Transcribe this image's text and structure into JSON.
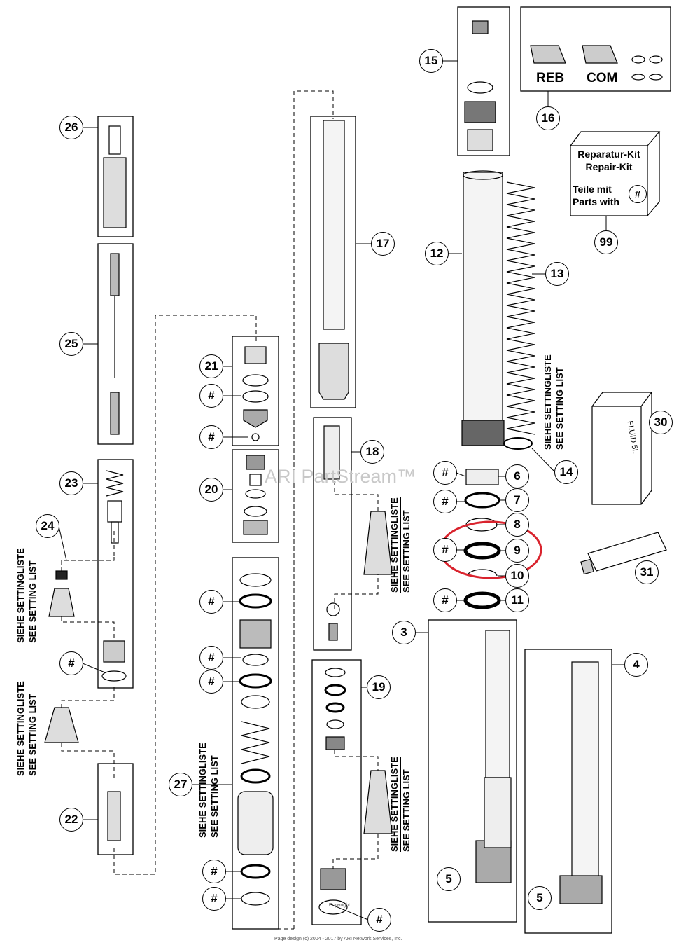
{
  "callouts": {
    "c26": "26",
    "c25": "25",
    "c23": "23",
    "c24": "24",
    "c22": "22",
    "c21": "21",
    "c20": "20",
    "c27": "27",
    "c17": "17",
    "c18": "18",
    "c19": "19",
    "c15": "15",
    "c16": "16",
    "c99": "99",
    "c12": "12",
    "c13": "13",
    "c14": "14",
    "c30": "30",
    "c31": "31",
    "c6": "6",
    "c7": "7",
    "c8": "8",
    "c9": "9",
    "c10": "10",
    "c11": "11",
    "c3": "3",
    "c4": "4",
    "c5": "5",
    "hash": "#"
  },
  "setting_note": {
    "de": "SIEHE SETTINGLISTE",
    "en": "SEE SETTING LIST"
  },
  "labels": {
    "reb": "REB",
    "com": "COM"
  },
  "repair_kit": {
    "line1": "Reparatur-Kit",
    "line2": "Repair-Kit",
    "line3": "Teile mit",
    "line4": "Parts with"
  },
  "fluid_label": "FLUID 5L",
  "watermark": "ARI PartStream™",
  "copyright": "Copyright",
  "footer": "Page design (c) 2004 - 2017 by ARI Network Services, Inc.",
  "highlight_color": "#d9232d"
}
